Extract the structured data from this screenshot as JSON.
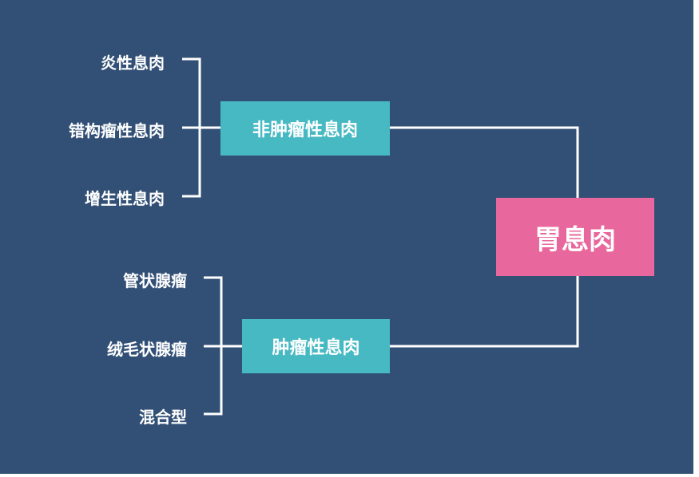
{
  "diagram": {
    "root": {
      "label": "胃息肉"
    },
    "groups": [
      {
        "label": "非肿瘤性息肉",
        "children": [
          "炎性息肉",
          "错构瘤性息肉",
          "增生性息肉"
        ]
      },
      {
        "label": "肿瘤性息肉",
        "children": [
          "管状腺瘤",
          "绒毛状腺瘤",
          "混合型"
        ]
      }
    ]
  },
  "colors": {
    "background": "#325076",
    "group_box": "#47b9c3",
    "root_box": "#e8689d",
    "line": "#ffffff",
    "text": "#ffffff"
  }
}
